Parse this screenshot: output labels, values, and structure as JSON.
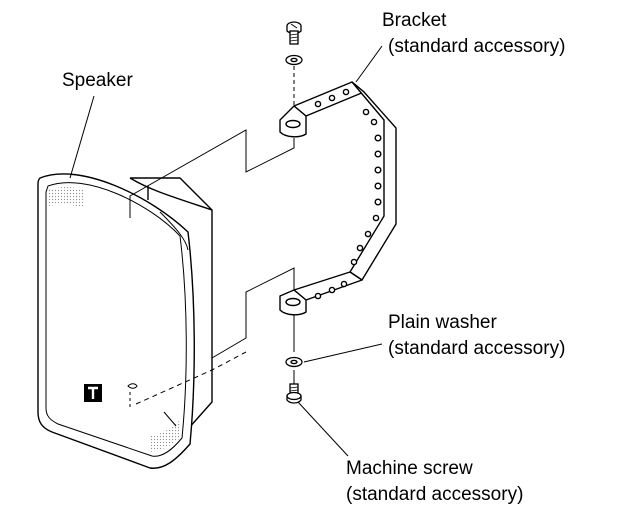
{
  "labels": {
    "speaker": "Speaker",
    "bracket": [
      "Bracket",
      "(standard accessory)"
    ],
    "plain_washer": [
      "Plain washer",
      "(standard accessory)"
    ],
    "machine_screw": [
      "Machine screw",
      "(standard accessory)"
    ]
  },
  "colors": {
    "line": "#000000",
    "fill": "#ffffff",
    "grille_shade": "#cfcfcf"
  },
  "icons": {
    "brand_logo": "toa-logo-icon"
  }
}
